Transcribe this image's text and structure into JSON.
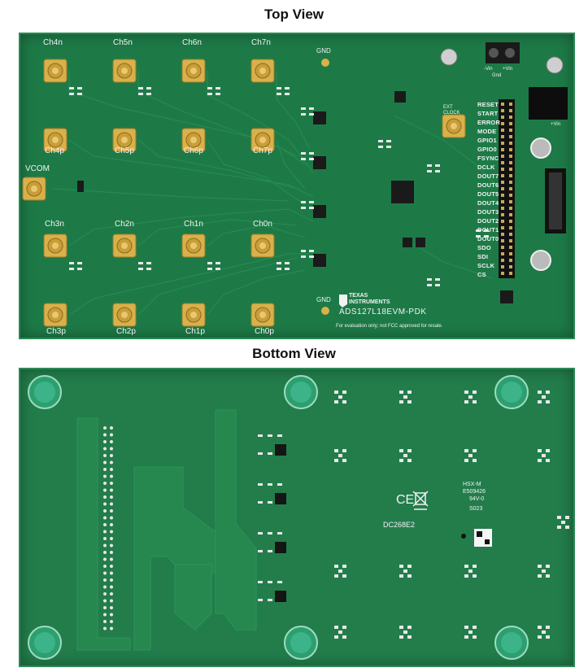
{
  "top_view": {
    "title": "Top View",
    "channels_top_row": [
      "Ch4n",
      "Ch5n",
      "Ch6n",
      "Ch7n"
    ],
    "channels_second_row": [
      "Ch4p",
      "Ch5p",
      "Ch6p",
      "Ch7p"
    ],
    "channels_third_row": [
      "Ch3n",
      "Ch2n",
      "Ch1n",
      "Ch0n"
    ],
    "channels_bottom_row": [
      "Ch3p",
      "Ch2p",
      "Ch1p",
      "Ch0p"
    ],
    "vcom_label": "VCOM",
    "gnd_label": "GND",
    "signal_pins": [
      "RESET",
      "START",
      "ERROR",
      "MODE",
      "GPIO1",
      "GPIO0",
      "FSYNC",
      "DCLK",
      "DOUT7",
      "DOUT6",
      "DOUT5",
      "DOUT4",
      "DOUT3",
      "DOUT2",
      "DOUT1",
      "DOUT0",
      "SDO",
      "SDI",
      "SCLK",
      "CS"
    ],
    "vin_labels": [
      "-Vin",
      "+Vin",
      "Gnd"
    ],
    "ext_clock_label": "EXT CLOCK",
    "vin_plus_label": "+Vin",
    "brand_line1": "TEXAS",
    "brand_line2": "INSTRUMENTS",
    "board_name": "ADS127L18EVM-PDK",
    "disclaimer": "For evaluation only; not FCC approved for resale."
  },
  "bottom_view": {
    "title": "Bottom View",
    "marking_ce": "CE",
    "board_code": "DC268E2",
    "fab_marks": [
      "HSX-M",
      "E509426",
      "94V-0",
      "S023"
    ]
  },
  "colors": {
    "pcb_green": "#1f7a48",
    "silkscreen": "#f2f2f2",
    "gold": "#d9b04a",
    "mounting_hole": "#3db38a"
  }
}
